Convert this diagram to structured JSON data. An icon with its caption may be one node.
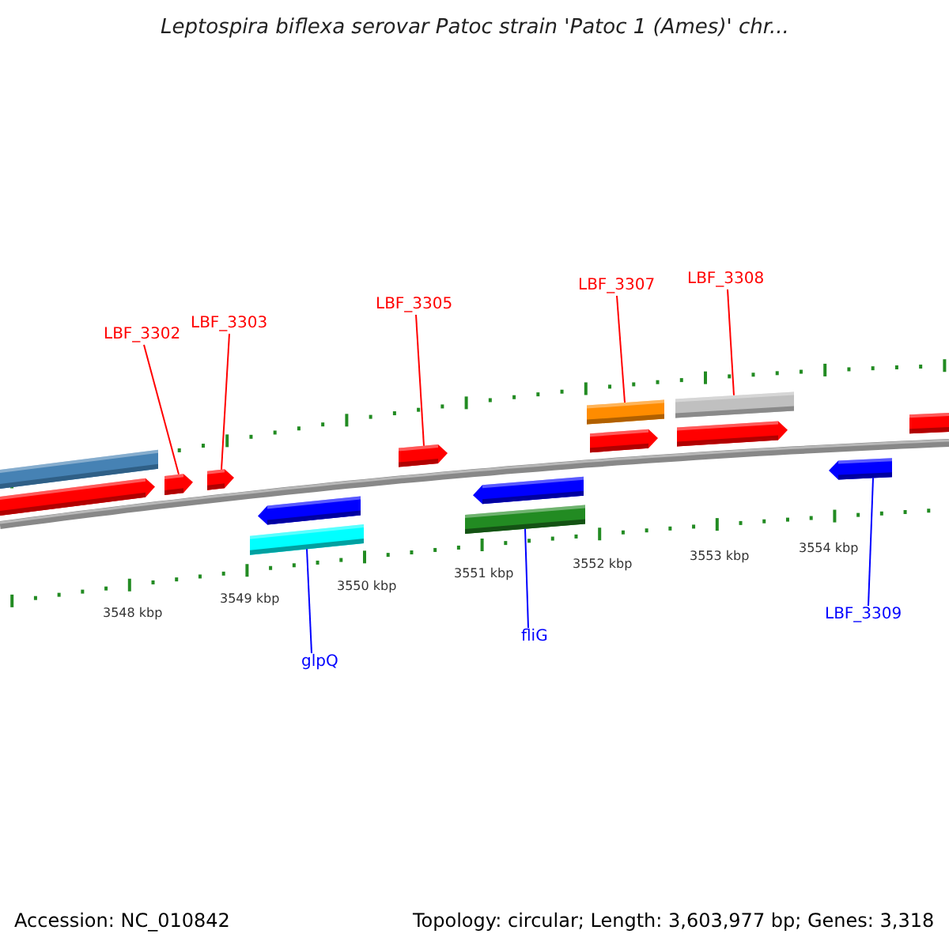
{
  "diagram": {
    "title": "Leptospira biflexa serovar Patoc strain 'Patoc 1 (Ames)' chr...",
    "nodes": [
      {
        "text": [
          "LBF_3302"
        ]
      },
      {
        "text": [
          "LBF_3303"
        ]
      },
      {
        "text": [
          "LBF_3305"
        ]
      },
      {
        "text": [
          "LBF_3307"
        ]
      },
      {
        "text": [
          "LBF_3308"
        ]
      },
      {
        "text": [
          "glpQ"
        ]
      },
      {
        "text": [
          "fliG"
        ]
      },
      {
        "text": [
          "LBF_3309"
        ]
      },
      {
        "text": [],
        "shape": "bar"
      },
      {
        "text": [],
        "shape": "pentagon"
      },
      {
        "text": [],
        "shape": "pentagon"
      },
      {
        "text": [],
        "shape": "pentagon"
      },
      {
        "text": [],
        "shape": "bar"
      },
      {
        "text": [],
        "shape": "pentagon"
      },
      {
        "text": [],
        "shape": "pentagon"
      },
      {
        "text": [],
        "shape": "bar"
      },
      {
        "text": [],
        "shape": "pentagon"
      },
      {
        "text": [],
        "shape": "bar"
      },
      {
        "text": [],
        "shape": "pentagon"
      },
      {
        "text": [],
        "shape": "bar"
      },
      {
        "text": [],
        "shape": "pentagon"
      },
      {
        "text": [],
        "shape": "pentagon"
      },
      {
        "text": [],
        "shape": "bar"
      }
    ],
    "edges": [
      {
        "from": 0,
        "to": 10,
        "arrow": "none"
      },
      {
        "from": 1,
        "to": 11,
        "arrow": "none"
      },
      {
        "from": 2,
        "to": 14,
        "arrow": "none"
      },
      {
        "from": 3,
        "to": 17,
        "arrow": "none"
      },
      {
        "from": 4,
        "to": 19,
        "arrow": "none"
      },
      {
        "from": 5,
        "to": 12,
        "arrow": "none",
        "color": "#0000ff"
      },
      {
        "from": 6,
        "to": 15,
        "arrow": "none",
        "color": "#0000ff"
      },
      {
        "from": 7,
        "to": 21,
        "arrow": "none",
        "color": "#0000ff"
      }
    ],
    "labels": [
      "3548 kbp",
      "3549 kbp",
      "3550 kbp",
      "3551 kbp",
      "3552 kbp",
      "3553 kbp",
      "3554 kbp",
      "Accession: NC_010842",
      "Topology: circular; Length: 3,603,977 bp; Genes: 3,318"
    ]
  }
}
